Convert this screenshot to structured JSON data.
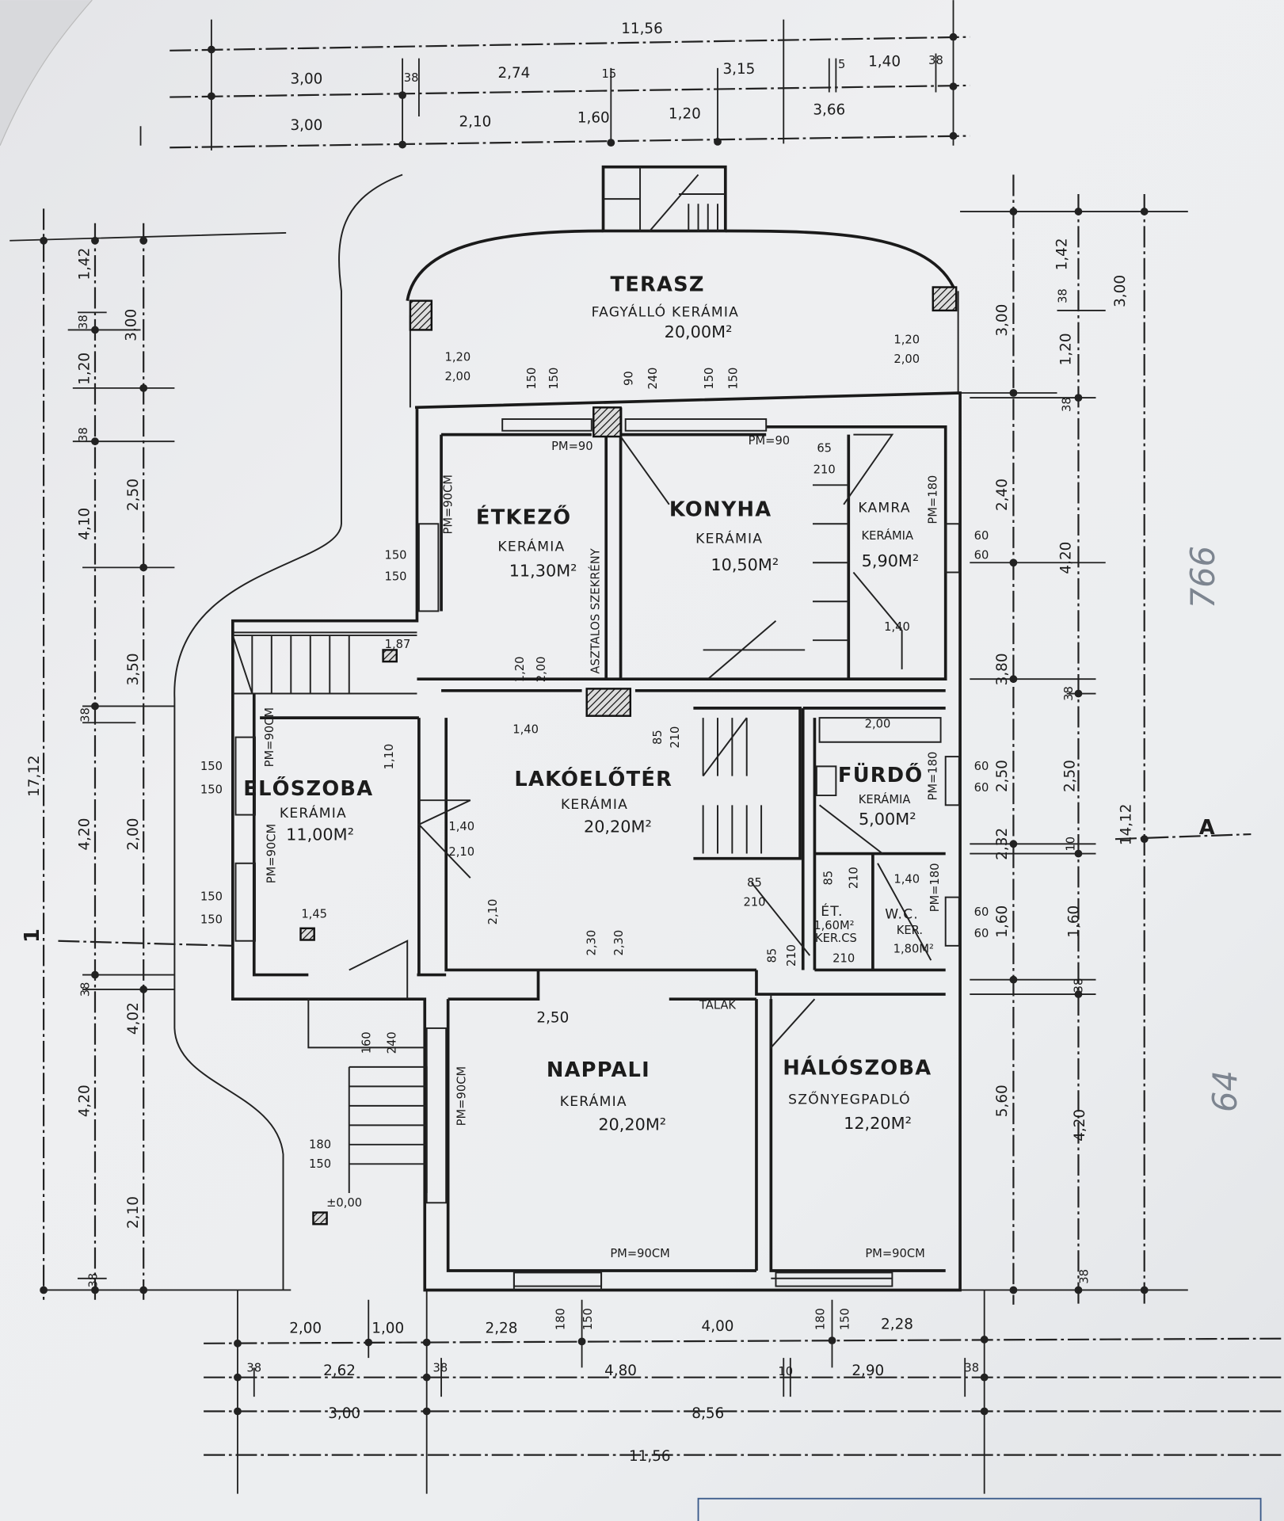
{
  "rooms": {
    "terasz": {
      "name": "TERASZ",
      "floor": "FAGYÁLLÓ KERÁMIA",
      "area": "20,00M²"
    },
    "etkezo": {
      "name": "ÉTKEZŐ",
      "floor": "KERÁMIA",
      "area": "11,30M²"
    },
    "konyha": {
      "name": "KONYHA",
      "floor": "KERÁMIA",
      "area": "10,50M²"
    },
    "kamra": {
      "name": "KAMRA",
      "floor": "KERÁMIA",
      "area": "5,90M²"
    },
    "lakoeloter": {
      "name": "LAKÓELŐTÉR",
      "floor": "KERÁMIA",
      "area": "20,20M²"
    },
    "eloszoba": {
      "name": "ELŐSZOBA",
      "floor": "KERÁMIA",
      "area": "11,00M²"
    },
    "furdo": {
      "name": "FÜRDŐ",
      "floor": "KERÁMIA",
      "area": "5,00M²"
    },
    "et": {
      "name": "ÉT.",
      "area": "1,60M²",
      "floor": "KER.CS"
    },
    "wc": {
      "name": "W.C.",
      "floor": "KER.",
      "area": "1,80M²"
    },
    "nappali": {
      "name": "NAPPALI",
      "floor": "KERÁMIA",
      "area": "20,20M²"
    },
    "haloszoba": {
      "name": "HÁLÓSZOBA",
      "floor": "SZŐNYEGPADLÓ",
      "area": "12,20M²"
    }
  },
  "dims": {
    "top_total": "11,56",
    "top_row1": [
      "3,00",
      "38",
      "2,74",
      "15",
      "3,15",
      "5",
      "1,40",
      "38"
    ],
    "top_row2": [
      "3,00",
      "2,10",
      "1,60",
      "1,20",
      "3,66"
    ],
    "left_outer": [
      "1,42",
      "38",
      "1,20",
      "38",
      "4,10",
      "38",
      "4,20",
      "38",
      "4,20",
      "38"
    ],
    "left_middle": [
      "3,00",
      "2,50",
      "3,50",
      "2,00",
      "4,02",
      "2,10"
    ],
    "left_total": "17,12",
    "right_inner": [
      "3,00",
      "2,40",
      "3,80",
      "2,50",
      "2,32",
      "1,60",
      "5,60"
    ],
    "right_middle": [
      "1,42",
      "38",
      "1,20",
      "38",
      "4,20",
      "38",
      "2,50",
      "10",
      "1,60",
      "38",
      "4,20",
      "38"
    ],
    "right_outer": [
      "3,00",
      "14,12"
    ],
    "bottom_row1": [
      "2,00",
      "1,00",
      "2,28",
      "180",
      "150",
      "4,00",
      "180",
      "150",
      "2,28"
    ],
    "bottom_row2": [
      "38",
      "2,62",
      "38",
      "4,80",
      "10",
      "2,90",
      "38"
    ],
    "bottom_row3": [
      "3,00",
      "8,56"
    ],
    "bottom_total": "11,56"
  },
  "openings": {
    "terrace_left": [
      "1,20",
      "2,00"
    ],
    "terrace_right": [
      "1,20",
      "2,00"
    ],
    "window_etkezo": [
      "150",
      "150"
    ],
    "door_terrace": [
      "90",
      "240"
    ],
    "window_konyha": [
      "150",
      "150"
    ],
    "pm_etkezo": "PM=90",
    "pm_konyha": "PM=90",
    "door_kamra": [
      "65",
      "210"
    ],
    "pm_etkezo_side": "PM=90CM",
    "pm_kamra": "PM=180",
    "window_kamra": [
      "60",
      "60"
    ],
    "window_etkezo_west": [
      "150",
      "150"
    ],
    "kamra_dim": "1,40",
    "lakoeloter_opening": [
      "1,20",
      "2,00"
    ],
    "asztalos": "ASZTALOS SZEKRÉNY",
    "stair_level": "1,87",
    "lakoeloter_dim": "1,40",
    "door_stair": [
      "85",
      "210"
    ],
    "bath_tub": "2,00",
    "eloszoba_dim": "1,10",
    "pm_eloszoba_1": "PM=90CM",
    "pm_eloszoba_2": "PM=90CM",
    "window_eloszoba_1": [
      "150",
      "150"
    ],
    "window_eloszoba_2": [
      "150",
      "150"
    ],
    "level_eloszoba": "1,45",
    "door_eloszoba": [
      "1,40",
      "2,10"
    ],
    "window_furdo": [
      "60",
      "60"
    ],
    "pm_furdo": "PM=180",
    "window_wc": [
      "60",
      "60"
    ],
    "lakoeloter_depth": "2,10",
    "opening_nappali": [
      "2,30",
      "2,30"
    ],
    "door_et": [
      "85",
      "210"
    ],
    "door_et_v": [
      "85",
      "210"
    ],
    "wc_dim": "1,40",
    "pm_wc": "PM=180",
    "et_dim": "210",
    "door_halo": [
      "85",
      "210"
    ],
    "talak": "TÁLAK",
    "nappali_dim": "2,50",
    "door_entry": [
      "160",
      "240"
    ],
    "pm_nappali_side": "PM=90CM",
    "window_entry": [
      "180",
      "150"
    ],
    "level_zero": "±0,00",
    "pm_nappali": "PM=90CM",
    "pm_halo": "PM=90CM"
  },
  "markers": {
    "section_a": "A",
    "section_1": "1"
  },
  "pencil_notes": [
    "766",
    "64"
  ]
}
